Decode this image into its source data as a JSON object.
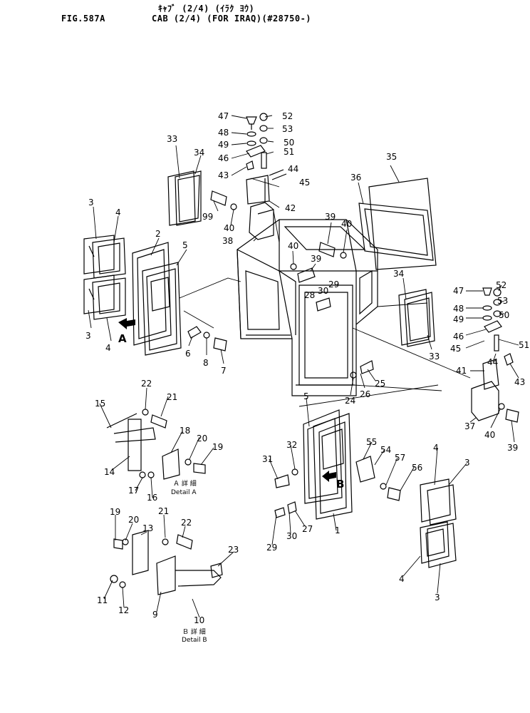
{
  "header": {
    "fig": "FIG.587A",
    "subtitle": "ｷｬﾌﾞ (2/4) (ｲﾗｸ ﾖｳ)",
    "title": "CAB (2/4) (FOR IRAQ)(#28750-)"
  },
  "details": {
    "a_kanji": "Ａ 詳 細",
    "a_label": "Detail A",
    "b_kanji": "Ｂ 詳 細",
    "b_label": "Detail B"
  },
  "view_letters": {
    "a": "A",
    "b": "B"
  },
  "parts": [
    {
      "id": "47a",
      "label": "47"
    },
    {
      "id": "52a",
      "label": "52"
    },
    {
      "id": "48a",
      "label": "48"
    },
    {
      "id": "53a",
      "label": "53"
    },
    {
      "id": "49a",
      "label": "49"
    },
    {
      "id": "50a",
      "label": "50"
    },
    {
      "id": "46a",
      "label": "46"
    },
    {
      "id": "51a",
      "label": "51"
    },
    {
      "id": "43a",
      "label": "43"
    },
    {
      "id": "44a",
      "label": "44"
    },
    {
      "id": "45a",
      "label": "45"
    },
    {
      "id": "42a",
      "label": "42"
    },
    {
      "id": "99a",
      "label": "99"
    },
    {
      "id": "40a",
      "label": "40"
    },
    {
      "id": "38a",
      "label": "38"
    },
    {
      "id": "33a",
      "label": "33"
    },
    {
      "id": "34a",
      "label": "34"
    },
    {
      "id": "35a",
      "label": "35"
    },
    {
      "id": "36a",
      "label": "36"
    },
    {
      "id": "39b",
      "label": "39"
    },
    {
      "id": "40b",
      "label": "40"
    },
    {
      "id": "40c",
      "label": "40"
    },
    {
      "id": "39c",
      "label": "39"
    },
    {
      "id": "29a",
      "label": "29"
    },
    {
      "id": "30a",
      "label": "30"
    },
    {
      "id": "28a",
      "label": "28"
    },
    {
      "id": "3a",
      "label": "3"
    },
    {
      "id": "4a",
      "label": "4"
    },
    {
      "id": "2a",
      "label": "2"
    },
    {
      "id": "5a",
      "label": "5"
    },
    {
      "id": "3b",
      "label": "3"
    },
    {
      "id": "4b",
      "label": "4"
    },
    {
      "id": "6a",
      "label": "6"
    },
    {
      "id": "8a",
      "label": "8"
    },
    {
      "id": "7a",
      "label": "7"
    },
    {
      "id": "34b",
      "label": "34"
    },
    {
      "id": "33b",
      "label": "33"
    },
    {
      "id": "47b",
      "label": "47"
    },
    {
      "id": "52b",
      "label": "52"
    },
    {
      "id": "48b",
      "label": "48"
    },
    {
      "id": "53b",
      "label": "53"
    },
    {
      "id": "49b",
      "label": "49"
    },
    {
      "id": "50b",
      "label": "50"
    },
    {
      "id": "46b",
      "label": "46"
    },
    {
      "id": "45b",
      "label": "45"
    },
    {
      "id": "51b",
      "label": "51"
    },
    {
      "id": "44b",
      "label": "44"
    },
    {
      "id": "41a",
      "label": "41"
    },
    {
      "id": "43b",
      "label": "43"
    },
    {
      "id": "37a",
      "label": "37"
    },
    {
      "id": "40d",
      "label": "40"
    },
    {
      "id": "39d",
      "label": "39"
    },
    {
      "id": "25a",
      "label": "25"
    },
    {
      "id": "24a",
      "label": "24"
    },
    {
      "id": "26a",
      "label": "26"
    },
    {
      "id": "22a",
      "label": "22"
    },
    {
      "id": "21a",
      "label": "21"
    },
    {
      "id": "15a",
      "label": "15"
    },
    {
      "id": "18a",
      "label": "18"
    },
    {
      "id": "20a",
      "label": "20"
    },
    {
      "id": "19a",
      "label": "19"
    },
    {
      "id": "14a",
      "label": "14"
    },
    {
      "id": "17a",
      "label": "17"
    },
    {
      "id": "16a",
      "label": "16"
    },
    {
      "id": "5b",
      "label": "5"
    },
    {
      "id": "32a",
      "label": "32"
    },
    {
      "id": "31a",
      "label": "31"
    },
    {
      "id": "55a",
      "label": "55"
    },
    {
      "id": "54a",
      "label": "54"
    },
    {
      "id": "57a",
      "label": "57"
    },
    {
      "id": "56a",
      "label": "56"
    },
    {
      "id": "4c",
      "label": "4"
    },
    {
      "id": "3c",
      "label": "3"
    },
    {
      "id": "1a",
      "label": "1"
    },
    {
      "id": "29b",
      "label": "29"
    },
    {
      "id": "30b",
      "label": "30"
    },
    {
      "id": "27a",
      "label": "27"
    },
    {
      "id": "4d",
      "label": "4"
    },
    {
      "id": "3d",
      "label": "3"
    },
    {
      "id": "19b",
      "label": "19"
    },
    {
      "id": "20b",
      "label": "20"
    },
    {
      "id": "21b",
      "label": "21"
    },
    {
      "id": "22b",
      "label": "22"
    },
    {
      "id": "13a",
      "label": "13"
    },
    {
      "id": "23a",
      "label": "23"
    },
    {
      "id": "11a",
      "label": "11"
    },
    {
      "id": "12a",
      "label": "12"
    },
    {
      "id": "9a",
      "label": "9"
    },
    {
      "id": "10a",
      "label": "10"
    }
  ]
}
